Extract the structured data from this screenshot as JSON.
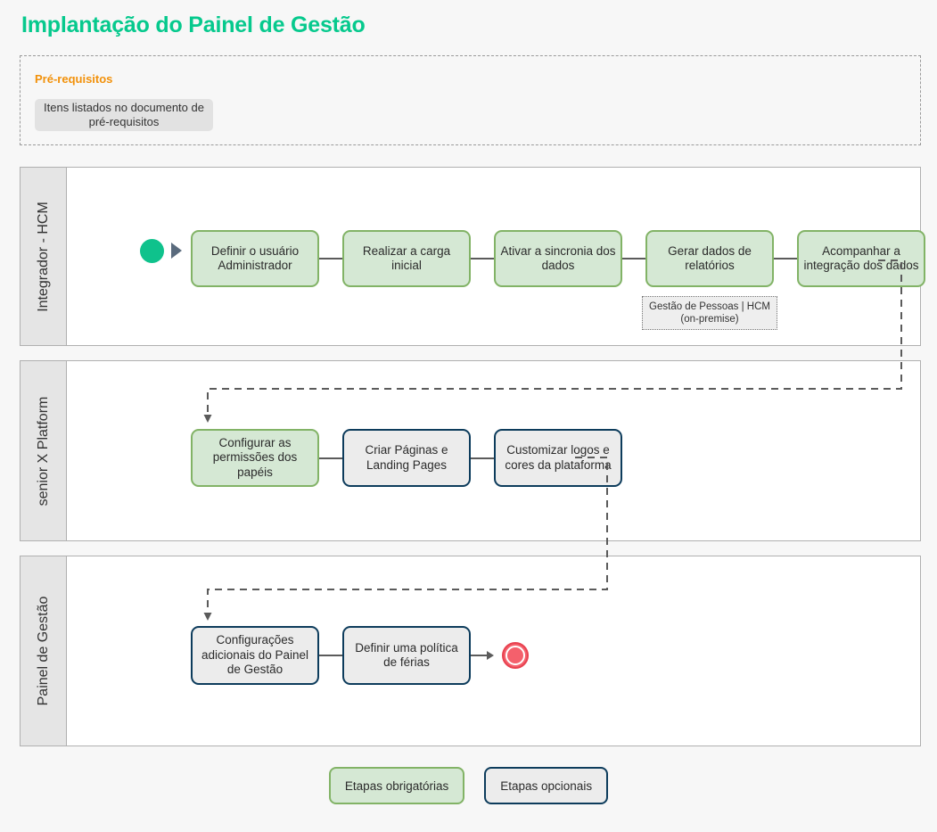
{
  "page": {
    "title": "Implantação do Painel de Gestão",
    "title_color": "#06c98d",
    "background": "#f7f7f7"
  },
  "prerequisites": {
    "heading": "Pré-requisitos",
    "heading_color": "#f2910a",
    "chip_label": "Itens listados no documento de pré-requisitos"
  },
  "lanes": [
    {
      "id": "integrador-hcm",
      "label": "Integrador - HCM",
      "tasks": [
        {
          "label": "Definir o usuário Administrador",
          "type": "mandatory"
        },
        {
          "label": "Realizar a carga inicial",
          "type": "mandatory"
        },
        {
          "label": "Ativar a sincronia dos dados",
          "type": "mandatory"
        },
        {
          "label": "Gerar dados de relatórios",
          "type": "mandatory"
        },
        {
          "label": "Acompanhar a integração dos dados",
          "type": "mandatory"
        }
      ],
      "note": "Gestão de Pessoas | HCM (on-premise)",
      "start_event": "start-event-green"
    },
    {
      "id": "senior-x-platform",
      "label": "senior X Platform",
      "tasks": [
        {
          "label": "Configurar as permissões dos papéis",
          "type": "mandatory"
        },
        {
          "label": "Criar Páginas e Landing Pages",
          "type": "optional"
        },
        {
          "label": "Customizar logos e cores da plataforma",
          "type": "optional"
        }
      ]
    },
    {
      "id": "painel-de-gestao",
      "label": "Painel de Gestão",
      "tasks": [
        {
          "label": "Configurações adicionais do Painel de Gestão",
          "type": "optional"
        },
        {
          "label": "Definir uma política de férias",
          "type": "optional"
        }
      ],
      "end_event": "end-event-red"
    }
  ],
  "legend": {
    "mandatory_label": "Etapas obrigatórias",
    "optional_label": "Etapas opcionais"
  },
  "colors": {
    "mandatory_fill": "#d5e8d4",
    "mandatory_border": "#82b366",
    "optional_fill": "#ececec",
    "optional_border": "#0d3c5c",
    "lane_header_fill": "#e5e5e5",
    "connector": "#5b5b5b",
    "start": "#0fc28c",
    "end": "#f4606c"
  }
}
